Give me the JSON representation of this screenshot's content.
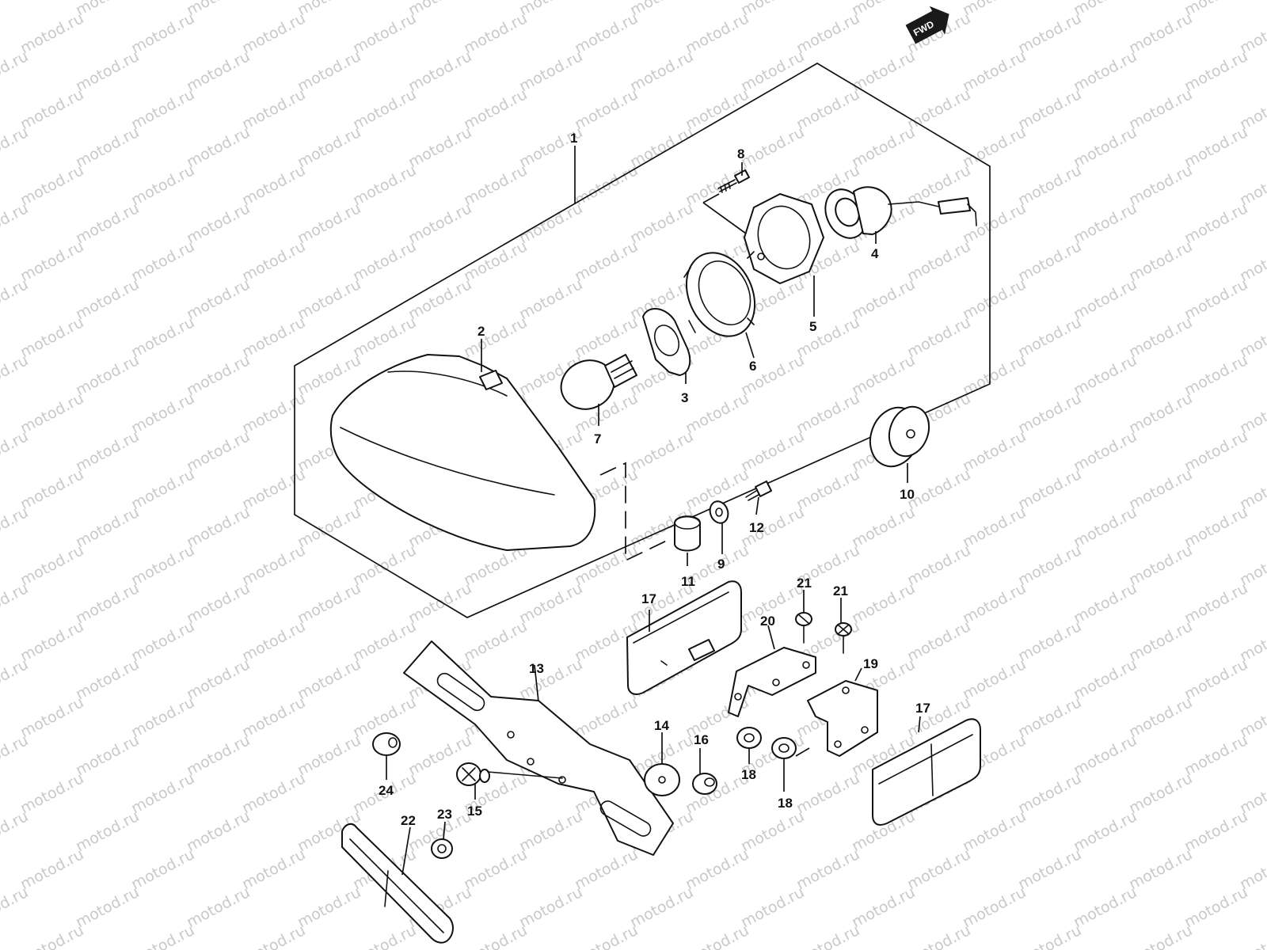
{
  "watermark": "motod.ru",
  "direction_badge": "FWD",
  "callouts": {
    "p1": "1",
    "p2": "2",
    "p3": "3",
    "p4": "4",
    "p5": "5",
    "p6": "6",
    "p7": "7",
    "p8": "8",
    "p9": "9",
    "p10": "10",
    "p11": "11",
    "p12": "12",
    "p13": "13",
    "p14": "14",
    "p15": "15",
    "p16": "16",
    "p17a": "17",
    "p17b": "17",
    "p18a": "18",
    "p18b": "18",
    "p19": "19",
    "p20": "20",
    "p21a": "21",
    "p21b": "21",
    "p22": "22",
    "p23": "23",
    "p24": "24"
  },
  "colors": {
    "line": "#111111",
    "watermark": "#c9c9c9",
    "background": "#ffffff"
  }
}
